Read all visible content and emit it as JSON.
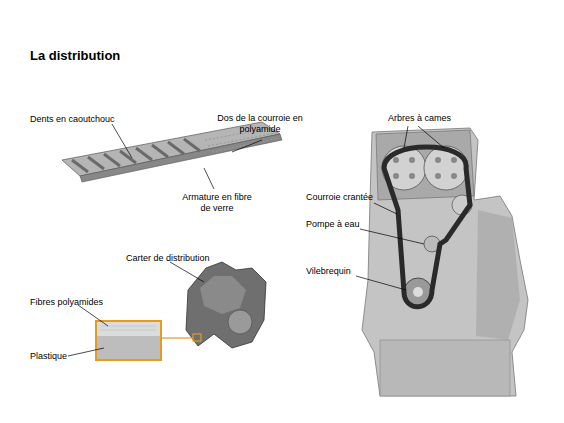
{
  "diagram": {
    "title": "La distribution",
    "labels": [
      "Dents en caoutchouc",
      "Dos de la courroie en polyamide",
      "Armature en fibre de verre",
      "Carter de distribution",
      "Fibres polyamides",
      "Plastique",
      "Arbres à cames",
      "Courroie crantée",
      "Pompe à eau",
      "Vilebrequin"
    ]
  }
}
